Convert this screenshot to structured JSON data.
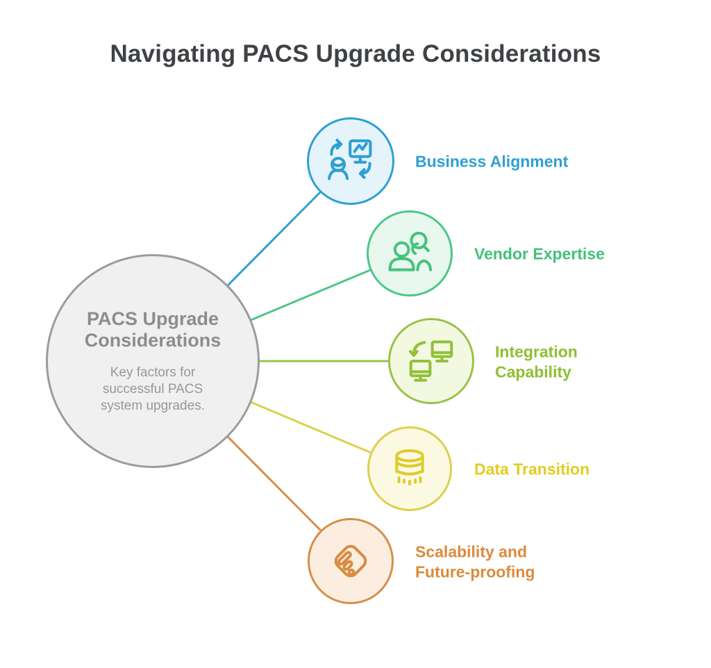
{
  "title": "Navigating PACS Upgrade Considerations",
  "background_color": "#ffffff",
  "central": {
    "title": "PACS Upgrade Considerations",
    "subtitle": "Key factors for successful PACS system upgrades.",
    "fill": "#f0f0f0",
    "border": "#9b9b9b"
  },
  "nodes": [
    {
      "label": "Business Alignment",
      "color": "#2f9fd2",
      "fill": "#e5f4fb",
      "icon": "person-monitor-sync-icon"
    },
    {
      "label": "Vendor Expertise",
      "color": "#4ec687",
      "fill": "#e8f8ef",
      "icon": "people-magnifier-icon"
    },
    {
      "label": "Integration Capability",
      "color": "#98c248",
      "fill": "#f3f9e1",
      "icon": "monitors-sync-icon"
    },
    {
      "label": "Data Transition",
      "color": "#dcd04c",
      "fill": "#fcf9e3",
      "icon": "database-transfer-icon"
    },
    {
      "label": "Scalability and Future-proofing",
      "color": "#d78e49",
      "fill": "#fbeee1",
      "icon": "growth-tile-icon"
    }
  ]
}
